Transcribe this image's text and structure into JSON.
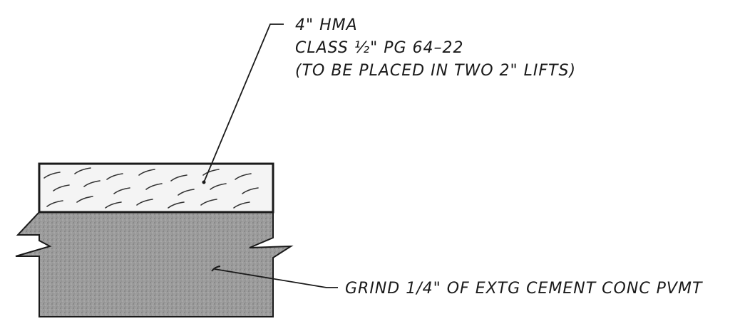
{
  "hma_note": {
    "line1": "4\" HMA",
    "line2": "CLASS ½\" PG 64–22",
    "line3": "(TO BE PLACED IN TWO 2\" LIFTS)"
  },
  "grind_note": {
    "text": "GRIND 1/4\" OF EXTG CEMENT CONC PVMT"
  },
  "colors": {
    "ink": "#1a1a1a",
    "concrete": "#9a9a9a",
    "hma_fill": "#f4f4f4"
  }
}
